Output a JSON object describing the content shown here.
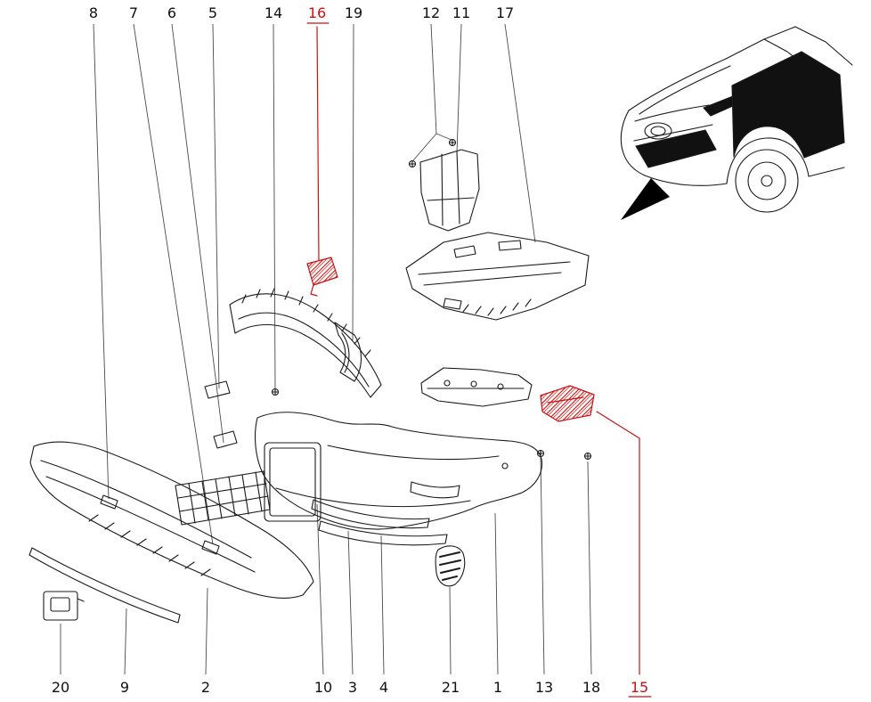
{
  "diagram": {
    "kind": "exploded-parts-view",
    "subject": "front-bumper-assembly"
  },
  "colors": {
    "background": "#ffffff",
    "line": "#1a1a1a",
    "label": "#111111",
    "highlight": "#cc1111"
  },
  "callouts_top": [
    {
      "label": "8",
      "highlighted": false
    },
    {
      "label": "7",
      "highlighted": false
    },
    {
      "label": "6",
      "highlighted": false
    },
    {
      "label": "5",
      "highlighted": false
    },
    {
      "label": "14",
      "highlighted": false
    },
    {
      "label": "16",
      "highlighted": true
    },
    {
      "label": "19",
      "highlighted": false
    },
    {
      "label": "12",
      "highlighted": false
    },
    {
      "label": "11",
      "highlighted": false
    },
    {
      "label": "17",
      "highlighted": false
    }
  ],
  "callouts_bottom": [
    {
      "label": "20",
      "highlighted": false
    },
    {
      "label": "9",
      "highlighted": false
    },
    {
      "label": "2",
      "highlighted": false
    },
    {
      "label": "10",
      "highlighted": false
    },
    {
      "label": "3",
      "highlighted": false
    },
    {
      "label": "4",
      "highlighted": false
    },
    {
      "label": "21",
      "highlighted": false
    },
    {
      "label": "1",
      "highlighted": false
    },
    {
      "label": "13",
      "highlighted": false
    },
    {
      "label": "18",
      "highlighted": false
    },
    {
      "label": "15",
      "highlighted": true
    }
  ],
  "highlighted_callouts": [
    "16",
    "15"
  ]
}
